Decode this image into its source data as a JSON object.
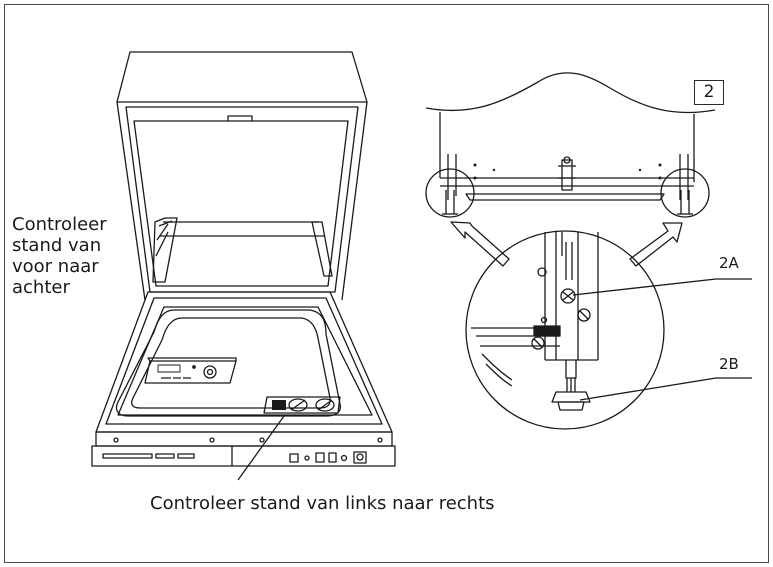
{
  "figure_number": "2",
  "labels": {
    "side_check": [
      "Controleer",
      "stand van",
      "voor naar",
      "achter"
    ],
    "bottom_check": "Controleer stand van links naar rechts",
    "callout_a": "2A",
    "callout_b": "2B"
  }
}
